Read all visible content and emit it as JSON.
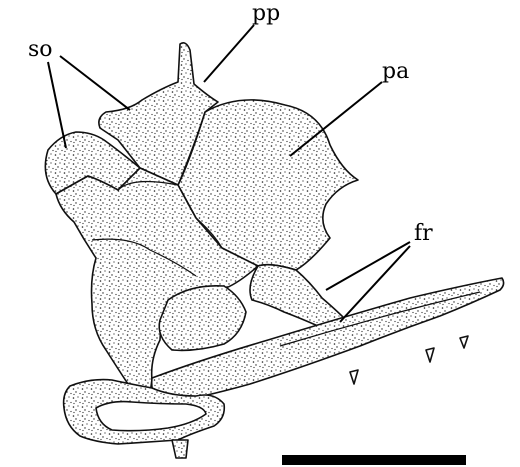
{
  "labels": {
    "pp": "pp",
    "pa": "pa",
    "so": "so",
    "fr": "fr"
  },
  "colors": {
    "ink": "#111111",
    "background": "#ffffff"
  }
}
